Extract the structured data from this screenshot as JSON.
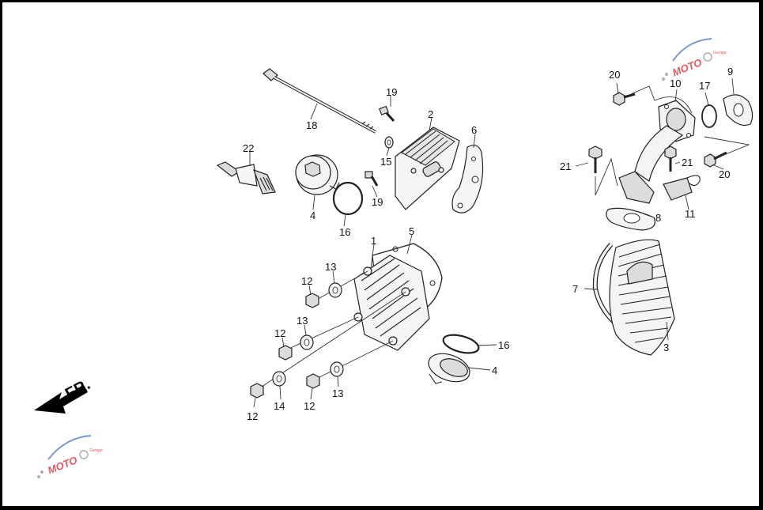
{
  "direction": {
    "label": "FR."
  },
  "watermark": {
    "brand_text": "MOTO",
    "tagline": "Garage"
  },
  "callouts": {
    "c18": "18",
    "c19a": "19",
    "c19b": "19",
    "c2": "2",
    "c6": "6",
    "c15": "15",
    "c22": "22",
    "c4a": "4",
    "c16a": "16",
    "c1": "1",
    "c5": "5",
    "c13a": "13",
    "c12a": "12",
    "c13b": "13",
    "c12b": "12",
    "c12c": "12",
    "c14": "14",
    "c12d": "12",
    "c13c": "13",
    "c16b": "16",
    "c4b": "4",
    "c20a": "20",
    "c10": "10",
    "c17": "17",
    "c9": "9",
    "c21a": "21",
    "c21b": "21",
    "c20b": "20",
    "c8": "8",
    "c11": "11",
    "c7": "7",
    "c3": "3"
  },
  "colors": {
    "watermark_red": "#d9323a",
    "watermark_blue": "#5a7fc4",
    "watermark_gray": "#9a9a9a"
  }
}
